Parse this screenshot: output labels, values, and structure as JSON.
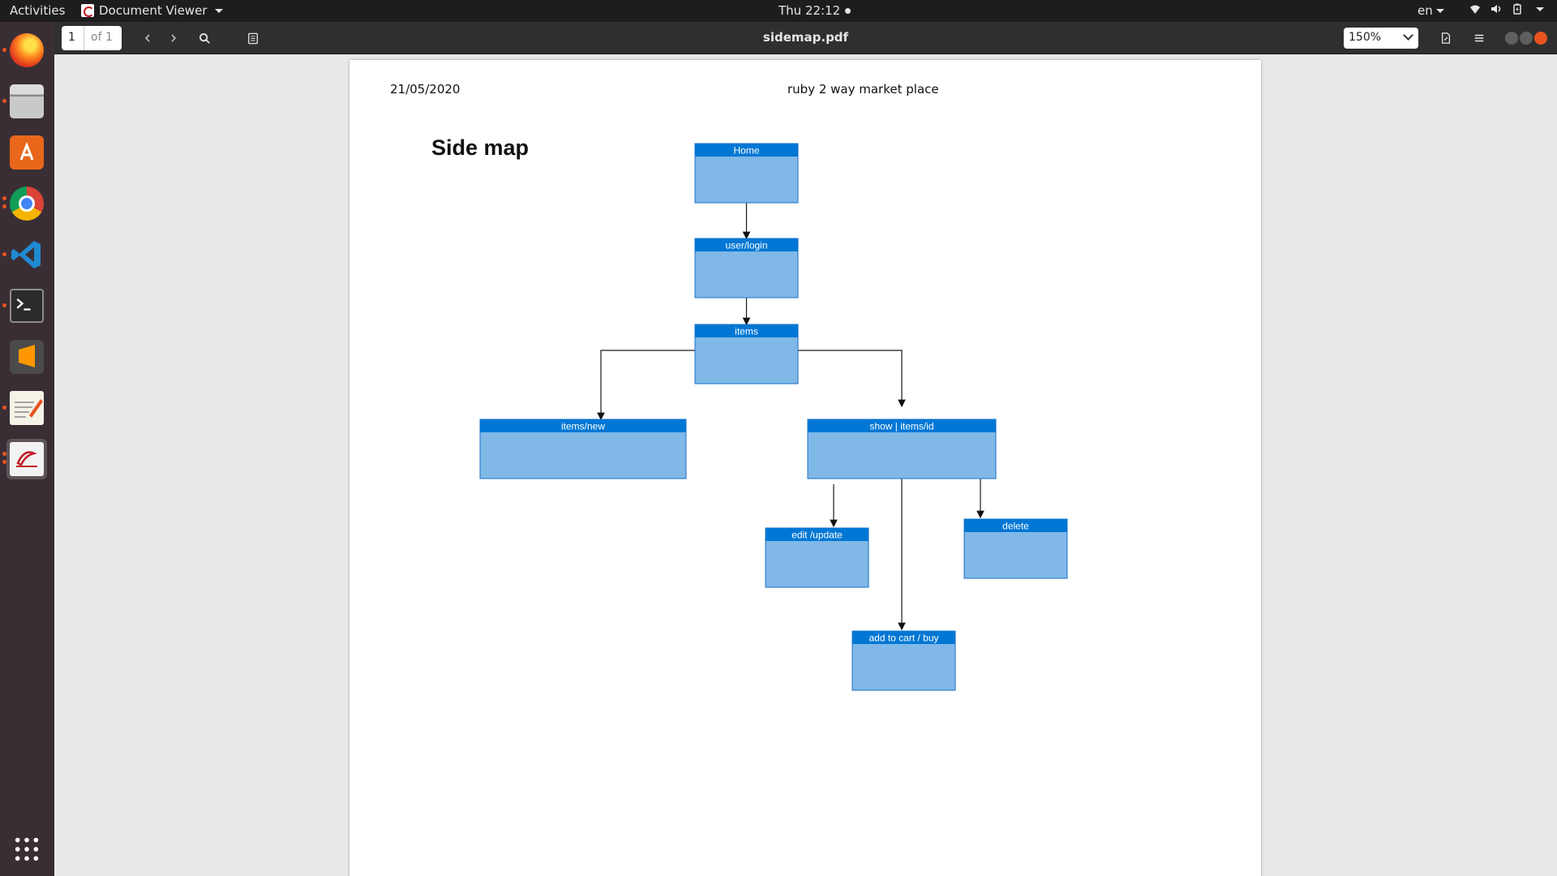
{
  "topbar": {
    "activities": "Activities",
    "app_menu": "Document Viewer",
    "clock": "Thu 22:12",
    "lang": "en"
  },
  "dock": {
    "items": [
      "firefox-icon",
      "files-icon",
      "software-icon",
      "chrome-icon",
      "vscode-icon",
      "terminal-icon",
      "sublime-icon",
      "text-editor-icon",
      "document-viewer-icon"
    ],
    "show_apps": "apps-grid-icon"
  },
  "toolbar": {
    "page_number": "1",
    "page_of": "of 1",
    "title": "sidemap.pdf",
    "zoom": "150%"
  },
  "document": {
    "date": "21/05/2020",
    "project": "ruby 2 way market place",
    "heading": "Side map"
  },
  "diagram": {
    "nodes": [
      {
        "id": "home",
        "label": "Home"
      },
      {
        "id": "login",
        "label": "user/login"
      },
      {
        "id": "items",
        "label": "items"
      },
      {
        "id": "new",
        "label": "items/new"
      },
      {
        "id": "show",
        "label": "show | items/id"
      },
      {
        "id": "edit",
        "label": "edit /update"
      },
      {
        "id": "delete",
        "label": "delete"
      },
      {
        "id": "cart",
        "label": "add to cart / buy"
      }
    ],
    "edges": [
      [
        "home",
        "login"
      ],
      [
        "login",
        "items"
      ],
      [
        "items",
        "new"
      ],
      [
        "items",
        "show"
      ],
      [
        "show",
        "edit"
      ],
      [
        "show",
        "delete"
      ],
      [
        "show",
        "cart"
      ]
    ],
    "colors": {
      "header": "#0077d4",
      "body": "#80b8e8",
      "border": "#1a6fc4"
    }
  }
}
